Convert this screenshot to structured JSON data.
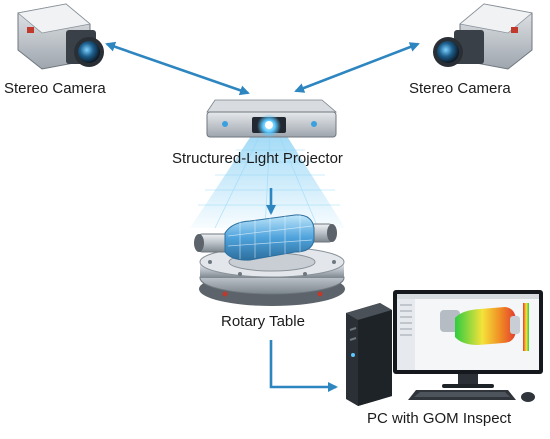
{
  "diagram": {
    "labels": {
      "stereo_camera_left": "Stereo Camera",
      "stereo_camera_right": "Stereo Camera",
      "projector": "Structured-Light Projector",
      "rotary_table": "Rotary Table",
      "pc": "PC with GOM Inspect"
    },
    "icons": [
      "stereo-camera-icon",
      "projector-icon",
      "rotary-table-icon",
      "computer-icon"
    ],
    "colors": {
      "arrow": "#2e86c1",
      "light_beam": "#6fc6f2",
      "camera_body": "#c9ced4",
      "part_scan": "#4fa3dc"
    }
  }
}
